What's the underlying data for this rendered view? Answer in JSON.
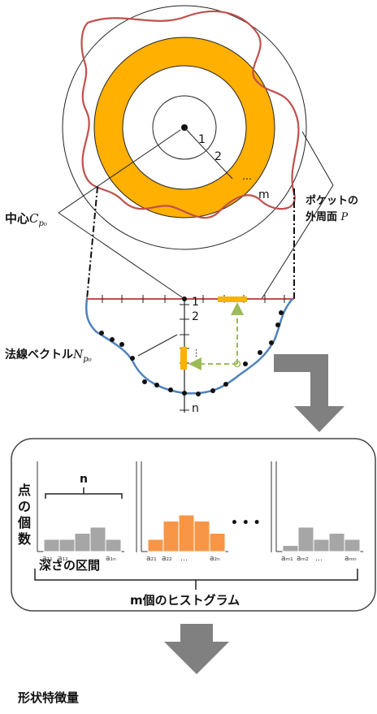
{
  "top_view": {
    "ring_labels": [
      "1",
      "2",
      "…",
      "m"
    ],
    "center_label": "中心",
    "center_symbol": "C",
    "center_sub": "p₀",
    "pocket_label_line1": "ポケットの",
    "pocket_label_line2": "外周面",
    "pocket_symbol": "P"
  },
  "profile": {
    "axis_labels": [
      "1",
      "2",
      "⋮",
      "n"
    ],
    "normal_label": "法線ベクトル",
    "normal_symbol": "N",
    "normal_sub": "p₀"
  },
  "histogram_panel": {
    "y_label_chars": [
      "点",
      "の",
      "個",
      "数"
    ],
    "bracket_label": "n",
    "x_label": "深さの区間",
    "ellipsis": "• • •",
    "histograms": [
      {
        "color": "#a6a6a6",
        "values": [
          2,
          2,
          3,
          4,
          2
        ],
        "bin_labels": [
          "a₁₁",
          "a₁₂",
          "…",
          "a₁ₙ"
        ]
      },
      {
        "color": "#f79646",
        "values": [
          2,
          5,
          6,
          5,
          3
        ],
        "bin_labels": [
          "a₂₁",
          "a₂₂",
          "…",
          "a₂ₙ"
        ]
      },
      {
        "color": "#a6a6a6",
        "values": [
          1,
          4,
          2,
          3,
          2
        ],
        "bin_labels": [
          "aₘ₁",
          "aₘ₂",
          "…",
          "aₘₙ"
        ]
      }
    ],
    "caption": "m個のヒストグラム"
  },
  "output_label": "形状特徴量",
  "colors": {
    "ring_fill": "#ffb000",
    "pocket_outline": "#c0504d",
    "profile_curve": "#4f81bd",
    "arrow_dashed": "#9bbb59",
    "big_arrow": "#808080"
  }
}
